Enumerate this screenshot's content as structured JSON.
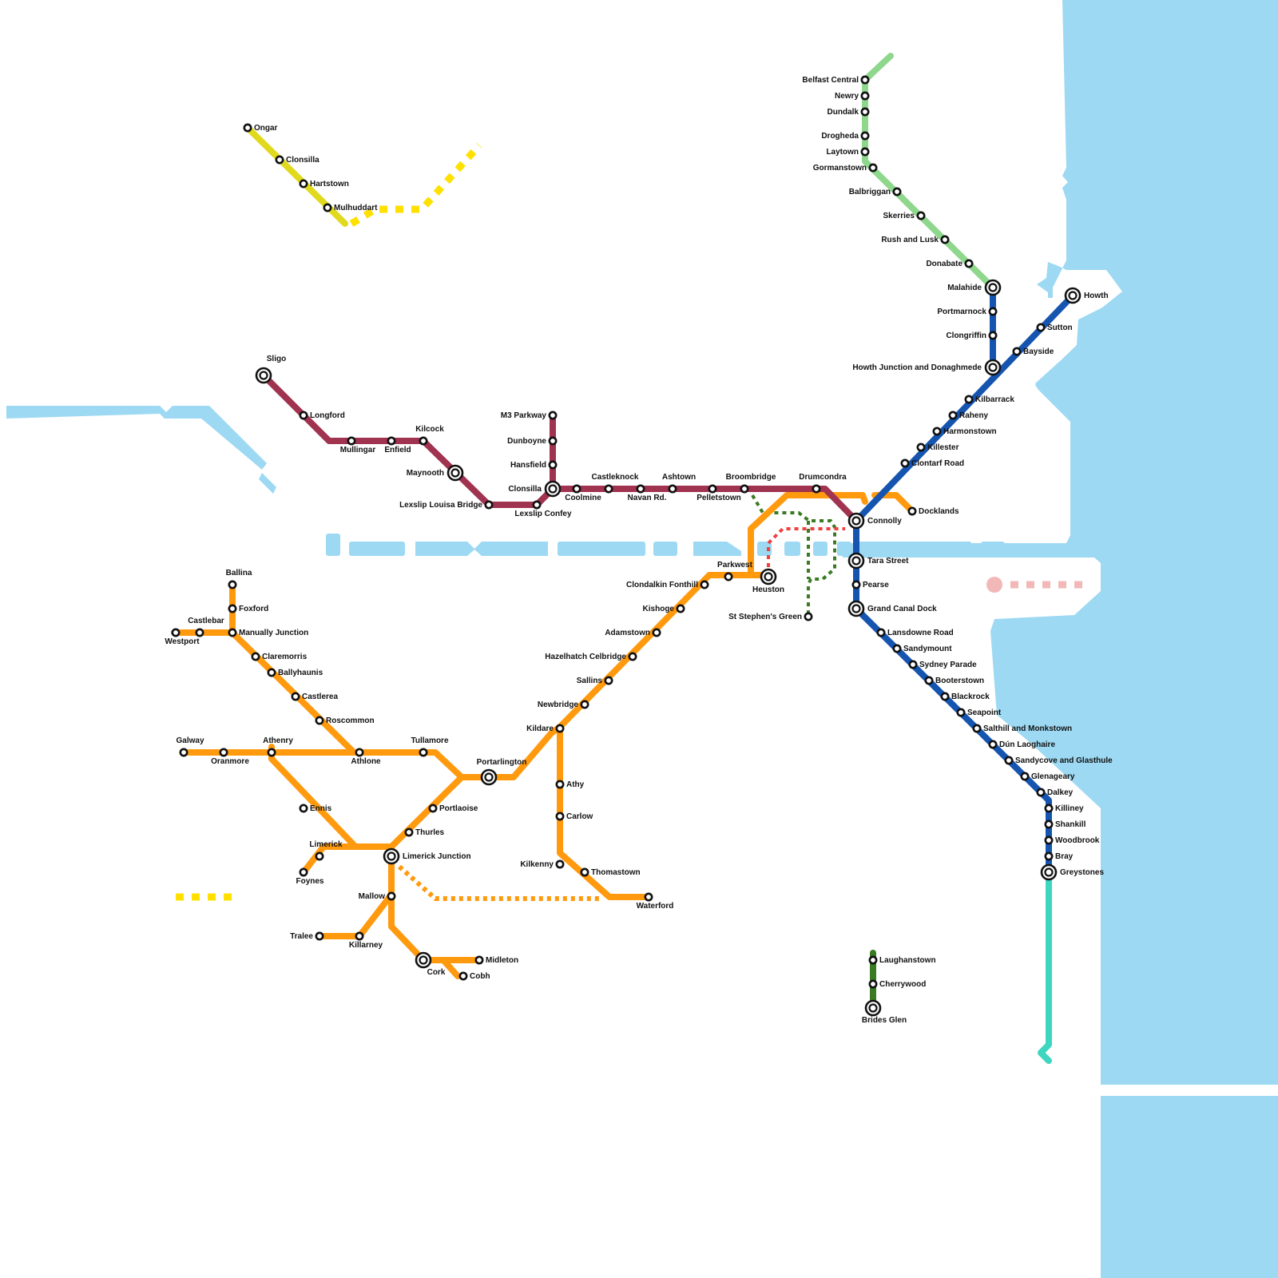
{
  "colors": {
    "water": "#9dd9f3",
    "yellow_line": "#e0d91e",
    "yellow_planned": "#ffe000",
    "green_light": "#8ed78c",
    "blue": "#1555b0",
    "maroon": "#a03350",
    "orange": "#ff9a0f",
    "dark_green": "#3a7a22",
    "teal": "#3fd6c0",
    "red_planned": "#f04040",
    "pink_planned": "#f2b8b8"
  },
  "stations": {
    "ongar": "Ongar",
    "clonsilla_y": "Clonsilla",
    "hartstown": "Hartstown",
    "mulhuddart": "Mulhuddart",
    "belfast": "Belfast Central",
    "newry": "Newry",
    "dundalk": "Dundalk",
    "drogheda": "Drogheda",
    "laytown": "Laytown",
    "gormanstown": "Gormanstown",
    "balbriggan": "Balbriggan",
    "skerries": "Skerries",
    "rush": "Rush and Lusk",
    "donabate": "Donabate",
    "malahide": "Malahide",
    "portmarnock": "Portmarnock",
    "clongriffin": "Clongriffin",
    "howth_junction": "Howth Junction and Donaghmede",
    "howth": "Howth",
    "sutton": "Sutton",
    "bayside": "Bayside",
    "kilbarrack": "Kilbarrack",
    "raheny": "Raheny",
    "harmonstown": "Harmonstown",
    "killester": "Killester",
    "clontarf": "Clontarf Road",
    "docklands": "Docklands",
    "connolly": "Connolly",
    "tara": "Tara Street",
    "pearse": "Pearse",
    "grand_canal": "Grand Canal Dock",
    "lansdowne": "Lansdowne Road",
    "sandymount": "Sandymount",
    "sydney": "Sydney Parade",
    "booterstown": "Booterstown",
    "blackrock": "Blackrock",
    "seapoint": "Seapoint",
    "salthill": "Salthill and Monkstown",
    "dun_laoghaire": "Dún Laoghaire",
    "sandycove": "Sandycove and Glasthule",
    "glenageary": "Glenageary",
    "dalkey": "Dalkey",
    "killiney": "Killiney",
    "shankill": "Shankill",
    "woodbrook": "Woodbrook",
    "bray": "Bray",
    "greystones": "Greystones",
    "sligo": "Sligo",
    "longford": "Longford",
    "mullingar": "Mullingar",
    "enfield": "Enfield",
    "kilcock": "Kilcock",
    "maynooth": "Maynooth",
    "leixlip_louisa": "Lexslip Louisa Bridge",
    "leixlip_confey": "Lexslip Confey",
    "m3": "M3 Parkway",
    "dunboyne": "Dunboyne",
    "hansfield": "Hansfield",
    "clonsilla": "Clonsilla",
    "coolmine": "Coolmine",
    "castleknock": "Castleknock",
    "navan": "Navan Rd.",
    "ashtown": "Ashtown",
    "pelletstown": "Pelletstown",
    "broombridge": "Broombridge",
    "drumcondra": "Drumcondra",
    "heuston": "Heuston",
    "parkwest": "Parkwest",
    "clondalkin": "Clondalkin Fonthill",
    "kishoge": "Kishoge",
    "adamstown": "Adamstown",
    "hazelhatch": "Hazelhatch Celbridge",
    "sallins": "Sallins",
    "newbridge": "Newbridge",
    "kildare": "Kildare",
    "athy": "Athy",
    "carlow": "Carlow",
    "kilkenny": "Kilkenny",
    "thomastown": "Thomastown",
    "waterford": "Waterford",
    "portarlington": "Portarlington",
    "portlaoise": "Portlaoise",
    "thurles": "Thurles",
    "limerick_junction": "Limerick Junction",
    "mallow": "Mallow",
    "cork": "Cork",
    "midleton": "Midleton",
    "cobh": "Cobh",
    "killarney": "Killarney",
    "tralee": "Tralee",
    "limerick": "Limerick",
    "foynes": "Foynes",
    "ennis": "Ennis",
    "athenry": "Athenry",
    "galway": "Galway",
    "oranmore": "Oranmore",
    "athlone": "Athlone",
    "tullamore": "Tullamore",
    "roscommon": "Roscommon",
    "castlerea": "Castlerea",
    "ballyhaunis": "Ballyhaunis",
    "claremorris": "Claremorris",
    "manulla": "Manually Junction",
    "foxford": "Foxford",
    "ballina": "Ballina",
    "castlebar": "Castlebar",
    "westport": "Westport",
    "st_stephens": "St Stephen's Green",
    "laughanstown": "Laughanstown",
    "cherrywood": "Cherrywood",
    "brides_glen": "Brides Glen"
  }
}
